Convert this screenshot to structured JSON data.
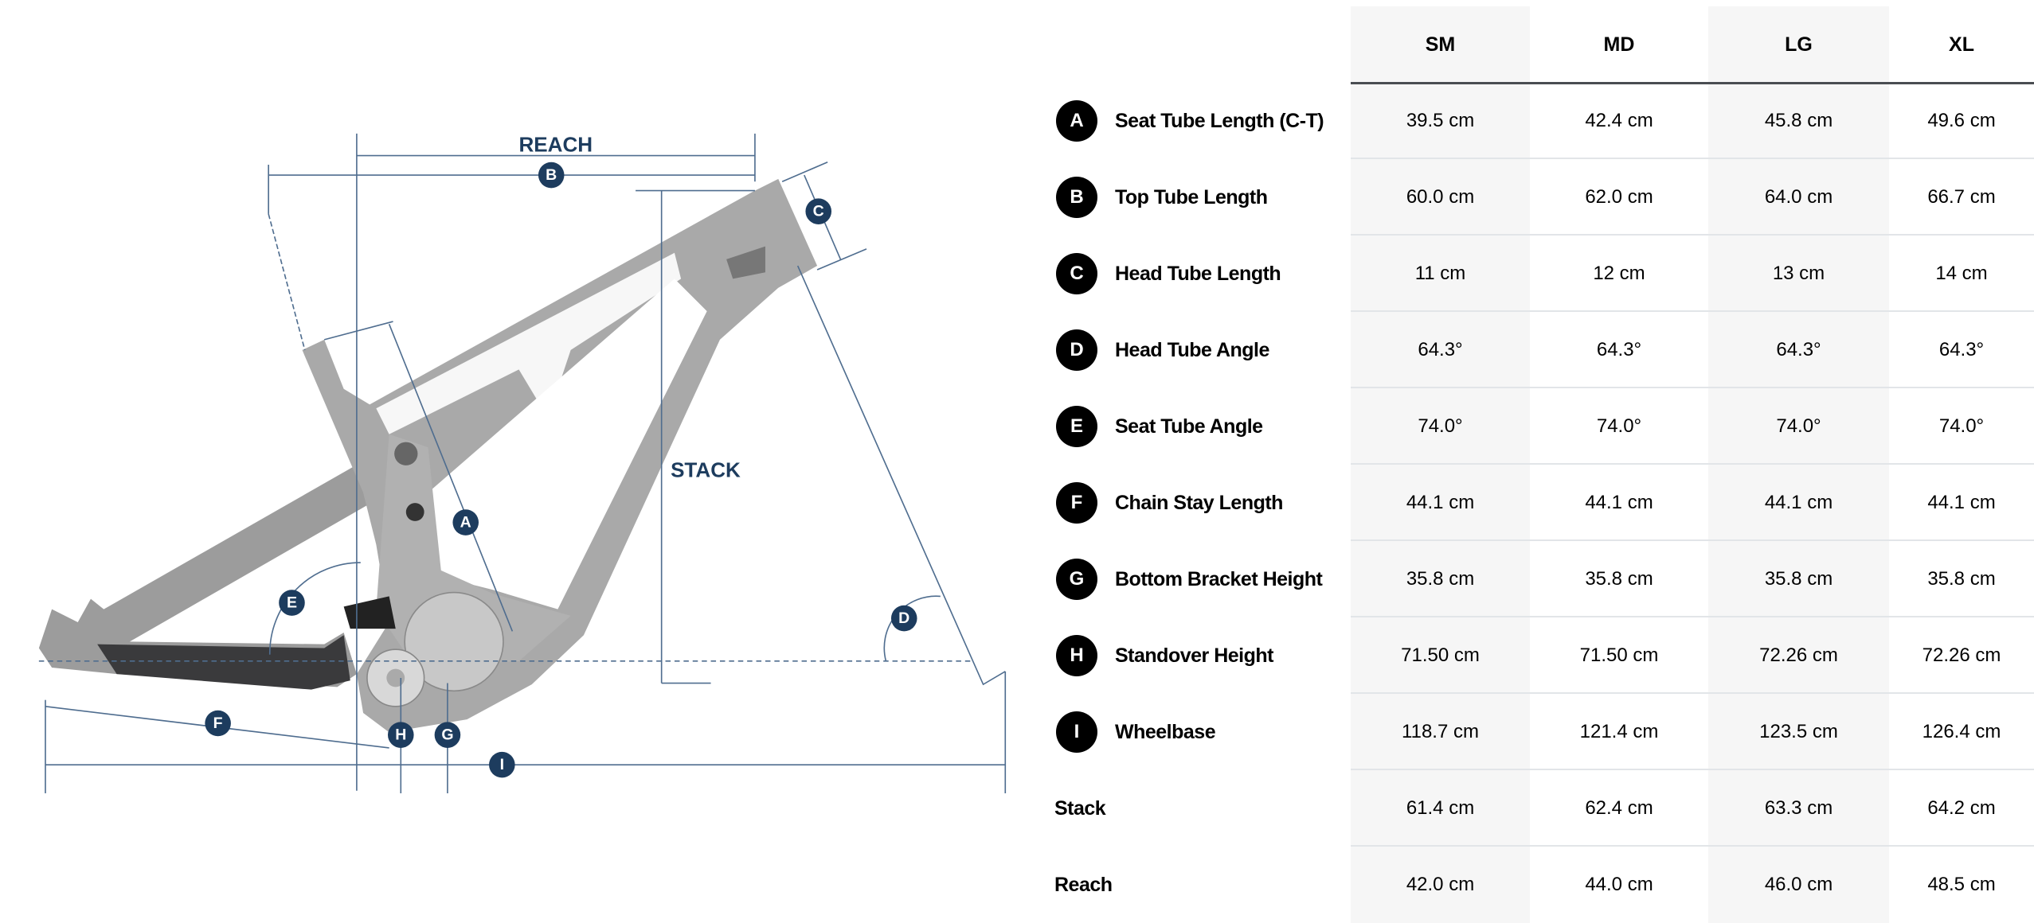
{
  "diagram": {
    "reach_label": "REACH",
    "stack_label": "STACK",
    "badges": [
      "A",
      "B",
      "C",
      "D",
      "E",
      "F",
      "G",
      "H",
      "I"
    ],
    "line_color": "#4f6d8f",
    "badge_color": "#1d3c5e"
  },
  "table": {
    "sizes": [
      "SM",
      "MD",
      "LG",
      "XL"
    ],
    "rows": [
      {
        "badge": "A",
        "label": "Seat Tube Length (C-T)",
        "values": [
          "39.5 cm",
          "42.4 cm",
          "45.8 cm",
          "49.6 cm"
        ]
      },
      {
        "badge": "B",
        "label": "Top Tube Length",
        "values": [
          "60.0 cm",
          "62.0 cm",
          "64.0 cm",
          "66.7 cm"
        ]
      },
      {
        "badge": "C",
        "label": "Head Tube Length",
        "values": [
          "11 cm",
          "12 cm",
          "13 cm",
          "14 cm"
        ]
      },
      {
        "badge": "D",
        "label": "Head Tube Angle",
        "values": [
          "64.3°",
          "64.3°",
          "64.3°",
          "64.3°"
        ]
      },
      {
        "badge": "E",
        "label": "Seat Tube Angle",
        "values": [
          "74.0°",
          "74.0°",
          "74.0°",
          "74.0°"
        ]
      },
      {
        "badge": "F",
        "label": "Chain Stay Length",
        "values": [
          "44.1 cm",
          "44.1 cm",
          "44.1 cm",
          "44.1 cm"
        ]
      },
      {
        "badge": "G",
        "label": "Bottom Bracket Height",
        "values": [
          "35.8 cm",
          "35.8 cm",
          "35.8 cm",
          "35.8 cm"
        ]
      },
      {
        "badge": "H",
        "label": "Standover Height",
        "values": [
          "71.50 cm",
          "71.50 cm",
          "72.26 cm",
          "72.26 cm"
        ]
      },
      {
        "badge": "I",
        "label": "Wheelbase",
        "values": [
          "118.7 cm",
          "121.4 cm",
          "123.5 cm",
          "126.4 cm"
        ]
      },
      {
        "badge": "",
        "label": "Stack",
        "values": [
          "61.4 cm",
          "62.4 cm",
          "63.3 cm",
          "64.2 cm"
        ]
      },
      {
        "badge": "",
        "label": "Reach",
        "values": [
          "42.0 cm",
          "44.0 cm",
          "46.0 cm",
          "48.5 cm"
        ]
      }
    ]
  }
}
